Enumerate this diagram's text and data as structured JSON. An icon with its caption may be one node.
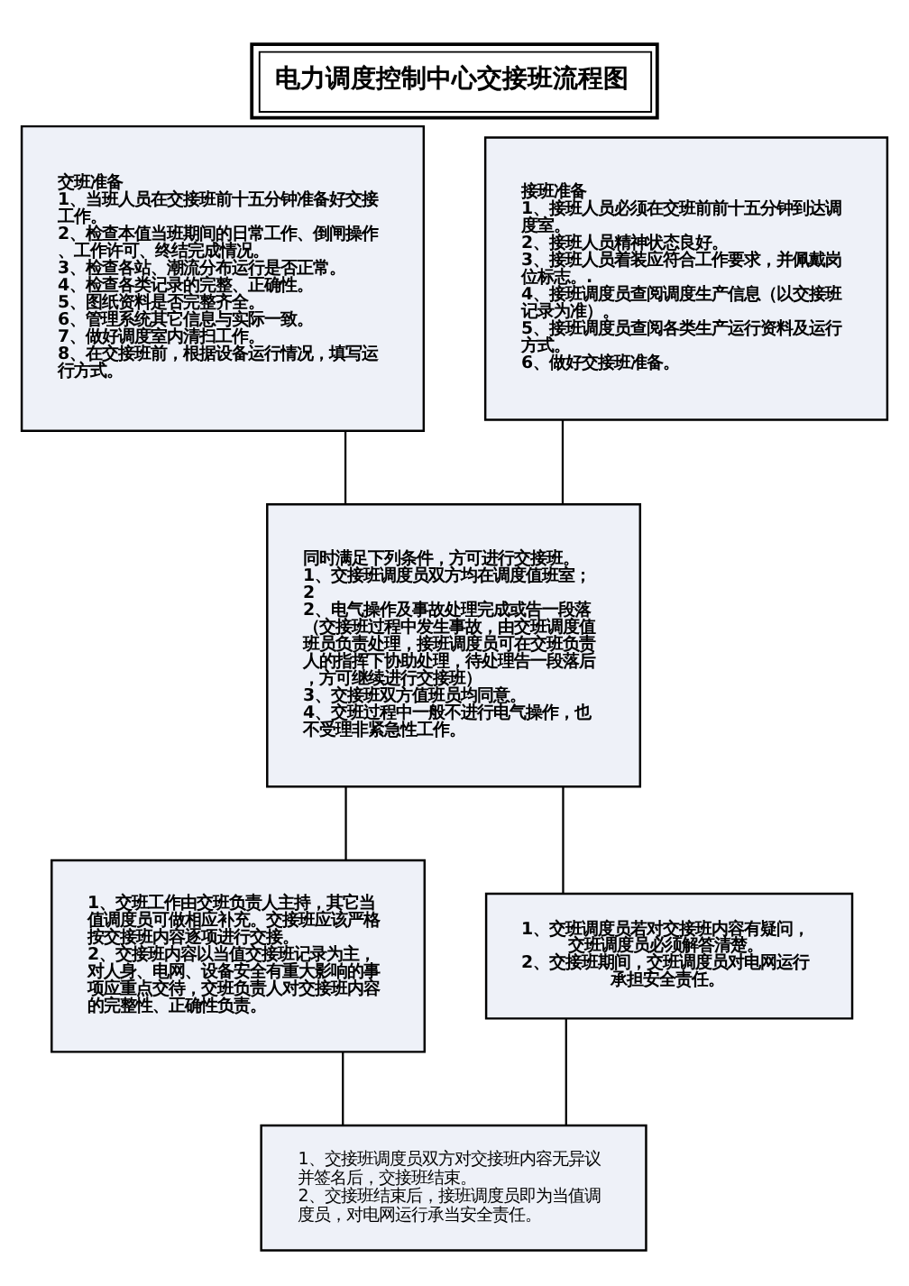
{
  "diagram": {
    "title": "电力调度控制中心交接班流程图",
    "nodes": [
      {
        "text": [
          "交班准备",
          "1、当班人员在交接班前十五分钟准备好交接工作。",
          "2、检查本值当班期间的日常工作、倒闸操作、工作许可、终结完成情况。",
          "3、检查各站、潮流分布运行是否正常。",
          "4、检查各类记录的完整、正确性。",
          "5、图纸资料是否完整齐全。",
          "6、管理系统其它信息与实际一致。",
          "7、做好调度室内清扫工作。",
          "8、在交接班前，根据设备运行情况，填写运行方式。"
        ]
      },
      {
        "text": [
          "接班准备",
          "1、接班人员必须在交班前前十五分钟到达调度室。",
          "2、接班人员精神状态良好。",
          "3、接班人员着装应符合工作要求，并佩戴岗位标志。.",
          "4、接班调度员查阅调度生产信息（以交接班记录为准）。",
          "5、接班调度员查阅各类生产运行资料及运行方式。",
          "6、做好交接班准备。"
        ]
      },
      {
        "text": [
          "同时满足下列条件，方可进行交接班。",
          "1、交接班调度员双方均在调度值班室； 2",
          "2、电气操作及事故处理完成或告一段落（交接班过程中发生事故，由交班调度值班员负责处理，接班调度员可在交班负责人的指挥下协助处理，待处理告一段落后，方可继续进行交接班）",
          "3、交接班双方值班员均同意。",
          "4、交班过程中一般不进行电气操作，也不受理非紧急性工作。"
        ]
      },
      {
        "text": [
          "1、交班工作由交班负责人主持，其它当值调度员可做相应补充。交接班应该严格按交接班内容逐项进行交接。",
          "2、交接班内容以当值交接班记录为主，对人身、电网、设备安全有重大影响的事项应重点交待，交班负责人对交接班内容的完整性、正确性负责。"
        ]
      },
      {
        "text": [
          "1、交班调度员若对交接班内容有疑问，交班调度员必须解答清楚。",
          "2、交接班期间，交班调度员对电网运行承担安全责任。"
        ]
      },
      {
        "text": [
          "1、交接班调度员双方对交接班内容无异议并签名后，交接班结束。",
          "2、交接班结束后，接班调度员即为当值调度员，对电网运行承当安全责任。"
        ]
      }
    ],
    "edges": [
      {
        "from": 0,
        "to": 2,
        "arrow": "none"
      },
      {
        "from": 1,
        "to": 2,
        "arrow": "none"
      },
      {
        "from": 2,
        "to": 3,
        "arrow": "none"
      },
      {
        "from": 2,
        "to": 4,
        "arrow": "none"
      },
      {
        "from": 3,
        "to": 5,
        "arrow": "none"
      },
      {
        "from": 4,
        "to": 5,
        "arrow": "none"
      }
    ]
  }
}
